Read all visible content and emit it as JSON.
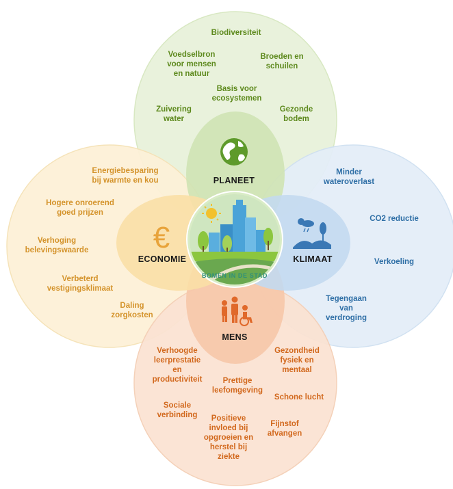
{
  "categories": {
    "planeet": "PLANEET",
    "klimaat": "KLIMAAT",
    "economie": "ECONOMIE",
    "mens": "MENS"
  },
  "center": {
    "caption": "BOMEN IN DE STAD"
  },
  "planeet_items": [
    "Biodiversiteit",
    "Voedselbron\nvoor mensen\nen natuur",
    "Broeden en\nschuilen",
    "Basis voor\necosystemen",
    "Zuivering\nwater",
    "Gezonde\nbodem"
  ],
  "klimaat_items": [
    "Minder\nwateroverlast",
    "CO2 reductie",
    "Verkoeling",
    "Tegengaan\nvan\nverdroging"
  ],
  "economie_items": [
    "Energiebesparing\nbij warmte en kou",
    "Hogere onroerend\ngoed prijzen",
    "Verhoging\nbelevingswaarde",
    "Verbeterd\nvestigingsklimaat",
    "Daling\nzorgkosten"
  ],
  "mens_items": [
    "Verhoogde\nleerprestatie\nen\nproductiviteit",
    "Gezondheid\nfysiek en\nmentaal",
    "Prettige\nleefomgeving",
    "Schone lucht",
    "Sociale\nverbinding",
    "Fijnstof\nafvangen",
    "Positieve\ninvloed bij\nopgroeien en\nherstel bij\nziekte"
  ],
  "icons": {
    "planeet": "globe-icon",
    "klimaat": "weather-landscape-icon",
    "economie": "euro-icon",
    "mens": "people-icon",
    "center": "city-trees-icon"
  },
  "colors": {
    "planeet_bg": "#e9f2dc",
    "planeet_inner": "#cfe3b4",
    "klimaat_bg": "#e4eef8",
    "klimaat_inner": "#c3d9ef",
    "economie_bg": "#fdf1d8",
    "economie_inner": "#f9dfa6",
    "mens_bg": "#fbe3d3",
    "mens_inner": "#f6c6a8",
    "center_bg": "#d9ecc6"
  }
}
